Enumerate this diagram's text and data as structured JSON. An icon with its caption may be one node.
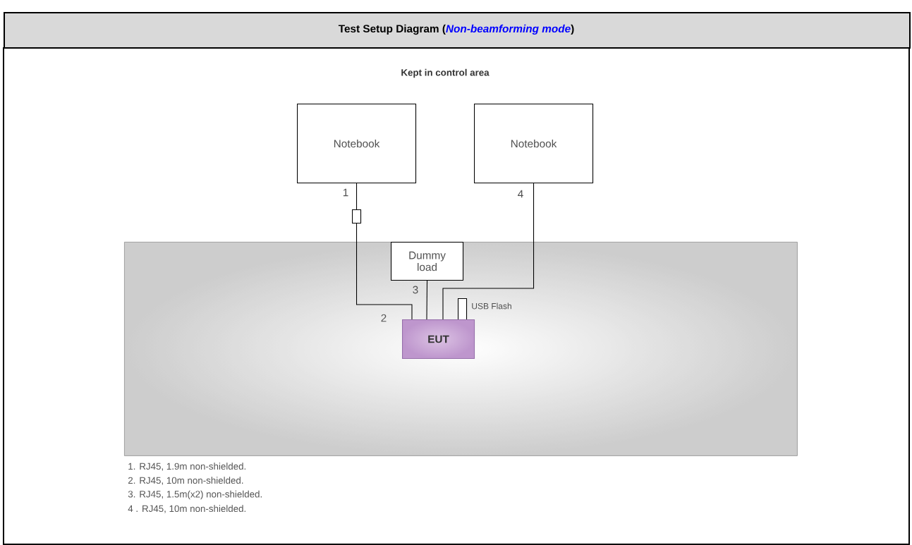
{
  "diagram": {
    "title": "Test Setup Diagram (*Non-beamforming mode*)",
    "nodes": [
      {
        "text": [
          "Notebook"
        ]
      },
      {
        "text": [
          "Notebook"
        ]
      },
      {
        "text": [],
        "shape": "box"
      },
      {
        "text": [],
        "shape": "box"
      },
      {
        "text": [
          "Dummy load"
        ],
        "in": 3
      },
      {
        "text": [],
        "shape": "box",
        "beside": [
          "USB Flash"
        ],
        "in": 3
      },
      {
        "text": [
          "EUT"
        ],
        "in": 3
      }
    ],
    "edges": [
      {
        "from": 0,
        "to": 2,
        "arrow": "none",
        "label": "1"
      },
      {
        "from": 2,
        "to": 6,
        "arrow": "none",
        "label": "2"
      },
      {
        "from": 4,
        "to": 6,
        "arrow": "none",
        "label": "3"
      },
      {
        "from": 1,
        "to": 6,
        "arrow": "none",
        "label": "4"
      }
    ],
    "labels": [
      "Kept in control area",
      "1. RJ45, 1.9m non-shielded.",
      "2. RJ45, 10m non-shielded.",
      "3. RJ45, 1.5m(x2) non-shielded.",
      "4 . RJ45, 10m non-shielded."
    ]
  }
}
